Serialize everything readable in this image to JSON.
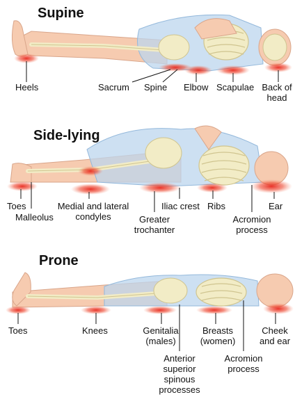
{
  "sections": {
    "supine": {
      "title": "Supine",
      "labels": {
        "heels": "Heels",
        "sacrum": "Sacrum",
        "spine": "Spine",
        "elbow": "Elbow",
        "scapulae": "Scapulae",
        "back_of_head_1": "Back of",
        "back_of_head_2": "head"
      }
    },
    "side_lying": {
      "title": "Side-lying",
      "labels": {
        "toes": "Toes",
        "malleolus": "Malleolus",
        "condyles_1": "Medial and lateral",
        "condyles_2": "condyles",
        "greater_trochanter_1": "Greater",
        "greater_trochanter_2": "trochanter",
        "iliac_crest": "Iliac crest",
        "ribs": "Ribs",
        "acromion_1": "Acromion",
        "acromion_2": "process",
        "ear": "Ear"
      }
    },
    "prone": {
      "title": "Prone",
      "labels": {
        "toes": "Toes",
        "knees": "Knees",
        "genitalia_1": "Genitalia",
        "genitalia_2": "(males)",
        "breasts_1": "Breasts",
        "breasts_2": "(women)",
        "asis_1": "Anterior",
        "asis_2": "superior",
        "asis_3": "spinous",
        "asis_4": "processes",
        "acromion_1": "Acromion",
        "acromion_2": "process",
        "cheek_ear_1": "Cheek",
        "cheek_ear_2": "and ear"
      }
    }
  },
  "colors": {
    "pressure": "#e8271c",
    "skin": "#f6cbb0",
    "bone": "#f2ecc6",
    "body_overlay": "#bcd6ee"
  }
}
